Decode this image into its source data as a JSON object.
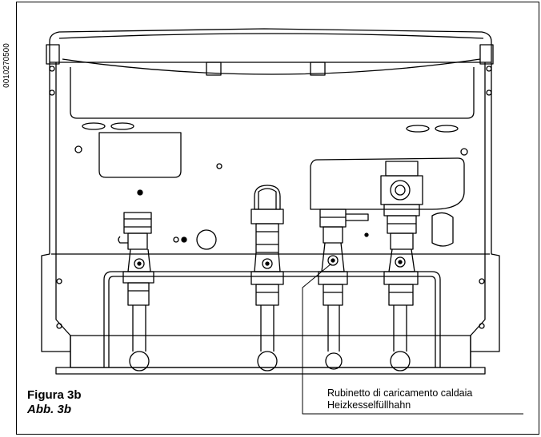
{
  "figure": {
    "code": "0010270500",
    "caption_it": "Figura 3b",
    "caption_de": "Abb. 3b"
  },
  "callout": {
    "label_it": "Rubinetto di caricamento caldaia",
    "label_de": "Heizkesselfüllhahn"
  },
  "colors": {
    "line": "#000000",
    "background": "#ffffff"
  }
}
